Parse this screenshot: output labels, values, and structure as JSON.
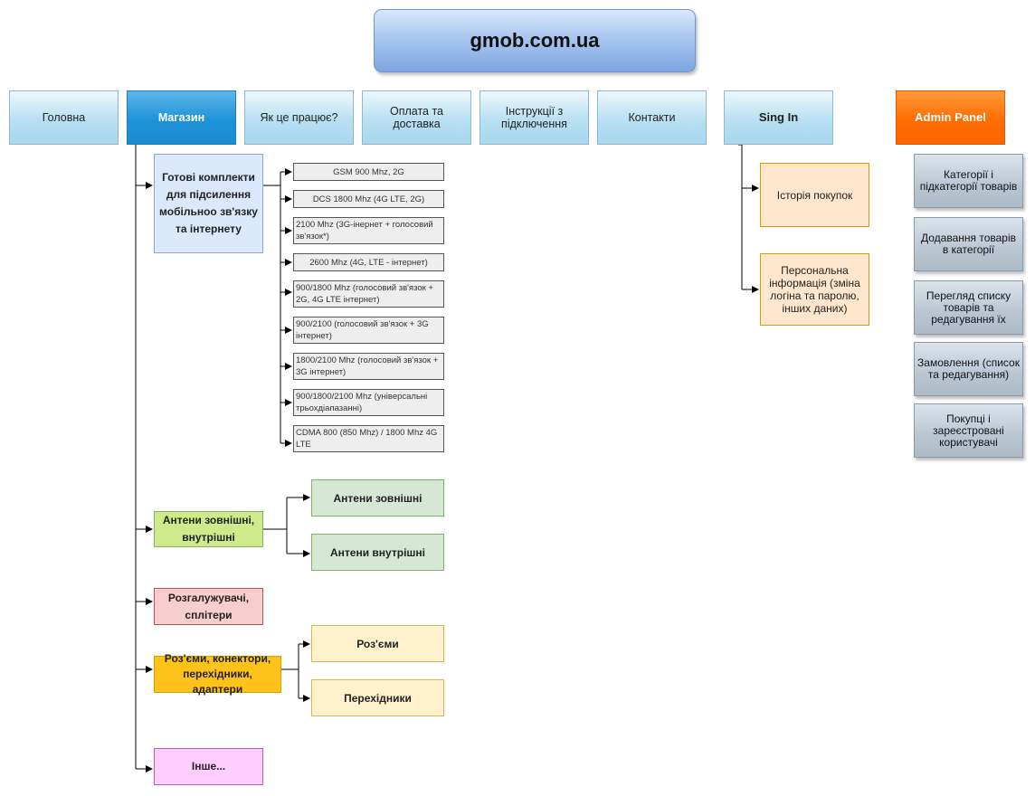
{
  "title": "gmob.com.ua",
  "nav": {
    "home": "Головна",
    "shop": "Магазин",
    "how": "Як це працює?",
    "payment": "Оплата та доставка",
    "instructions": "Інструкції з підключення",
    "contacts": "Контакти",
    "signin": "Sing In",
    "admin": "Admin Panel"
  },
  "shop": {
    "kits": {
      "label": "Готові комплекти для підсилення мобільноо зв'язку та інтернету",
      "items": [
        "GSM 900 Mhz, 2G",
        "DCS 1800 Mhz (4G LTE, 2G)",
        "2100 Mhz (3G-інернет + голосовий зв'язок*)",
        "2600 Mhz (4G, LTE - інтернет)",
        "900/1800 Mhz (голосовий зв'язок + 2G, 4G LTE інтернет)",
        "900/2100 (голосовий зв'язок + 3G інтернет)",
        "1800/2100 Mhz (голосовий зв'язок + 3G інтернет)",
        "900/1800/2100 Mhz (універсальні трьохдіапазанні)",
        "CDMA 800 (850 Mhz) / 1800 Mhz 4G LTE"
      ]
    },
    "antennas": {
      "label": "Антени зовнішні, внутрішні",
      "items": [
        "Антени зовнішні",
        "Антени внутрішні"
      ]
    },
    "splitters": {
      "label": "Розгалужувачі, сплітери"
    },
    "connectors": {
      "label": "Роз'єми, конектори, перехідники, адаптери",
      "items": [
        "Роз'єми",
        "Перехідники"
      ]
    },
    "other": {
      "label": "Інше..."
    }
  },
  "account": {
    "items": [
      "Історія покупок",
      "Персональна інформація (зміна логіна та паролю, інших даних)"
    ]
  },
  "admin": {
    "items": [
      "Категорії і підкатегорії товарів",
      "Додавання товарів в категорії",
      "Перегляд списку товарів та редагування їх",
      "Замовлення (список та редагування)",
      "Покупці і зареєстровані користувачі"
    ]
  },
  "colors": {
    "kits_fill": "#dae8fc",
    "antennas_fill": "#cdeb8b",
    "splitters_fill": "#f8cecc",
    "connectors_fill": "#ffc21a",
    "other_fill": "#ffccff"
  }
}
